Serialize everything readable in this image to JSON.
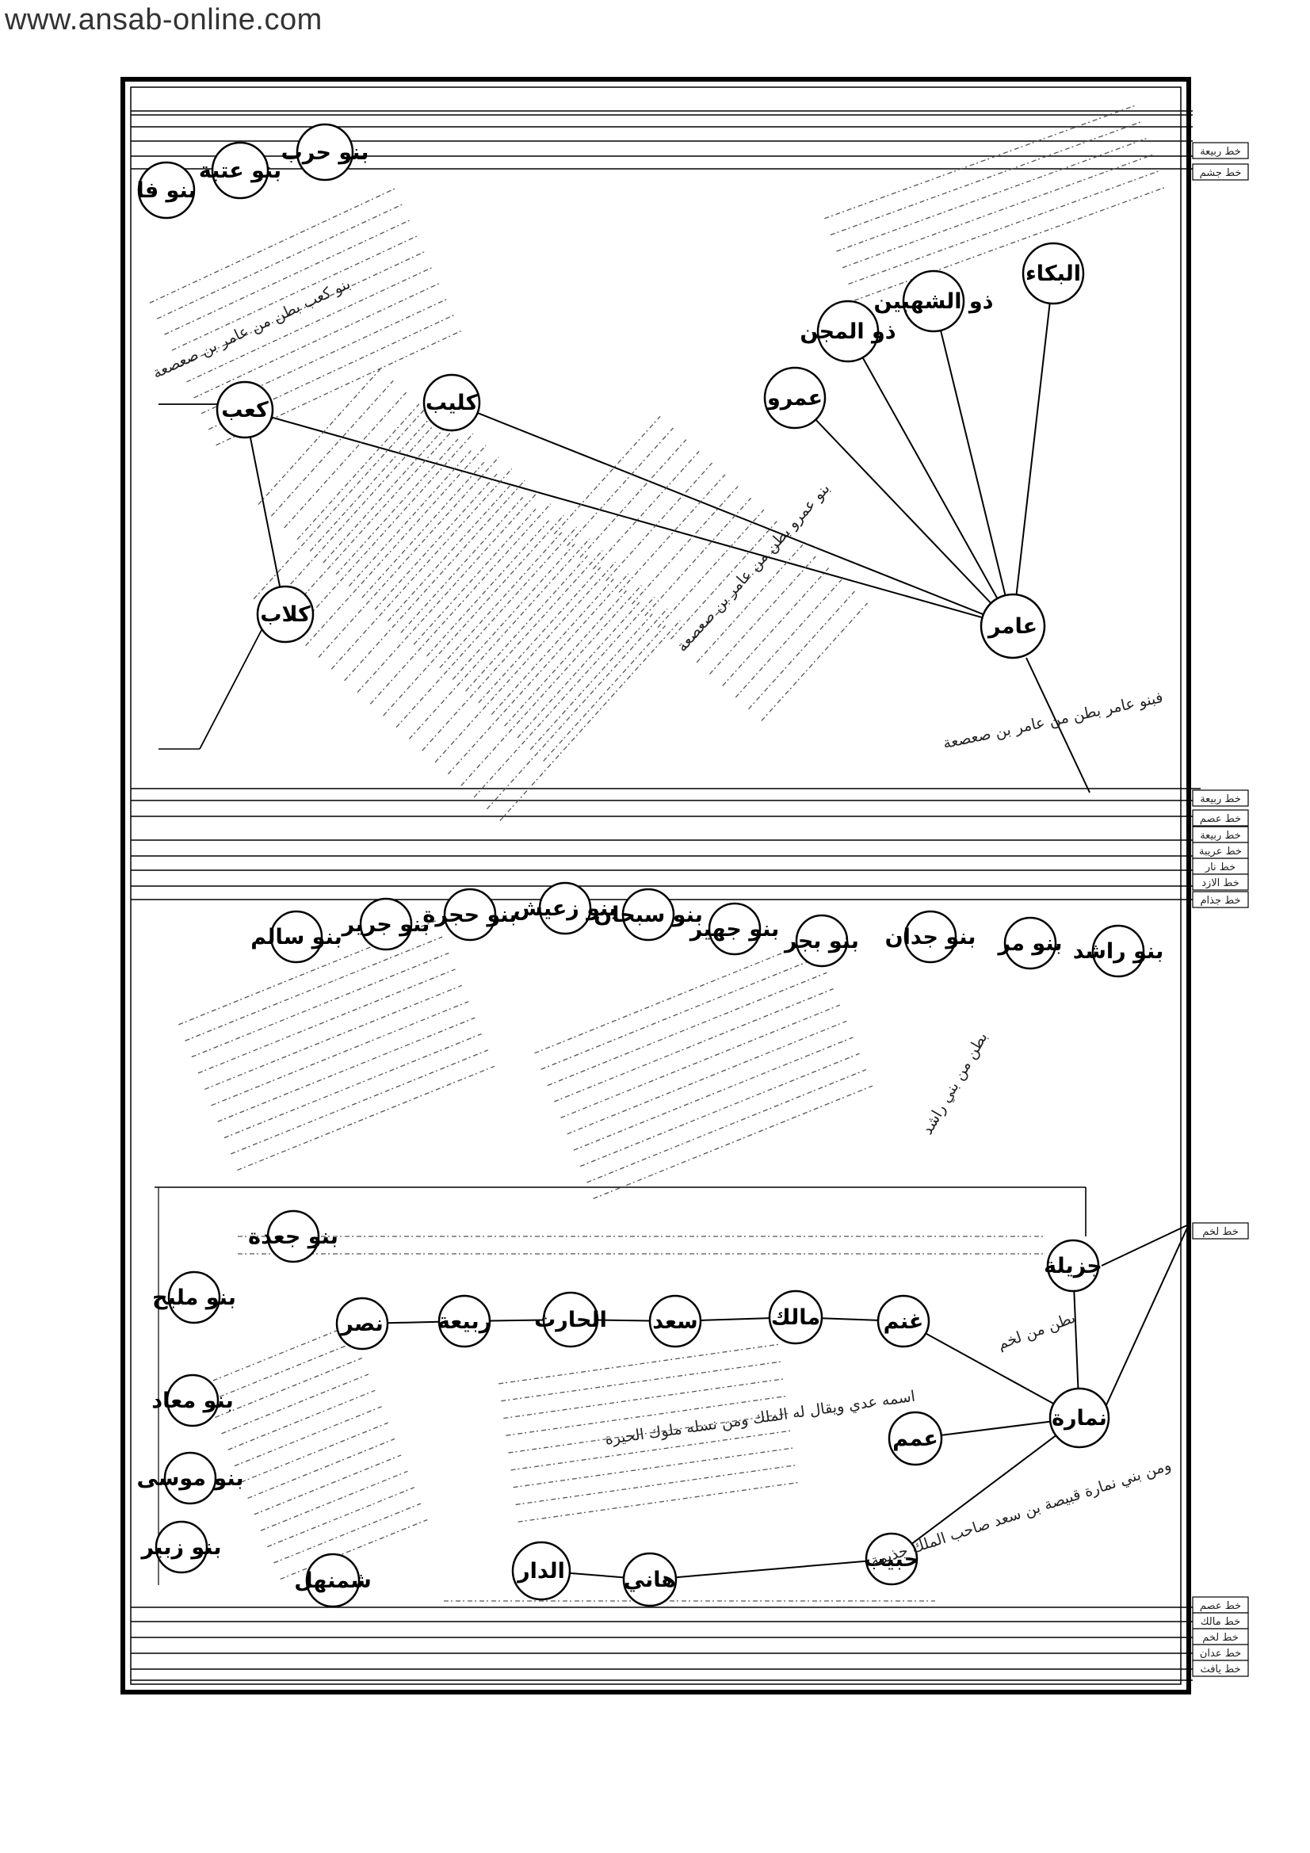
{
  "watermark": "www.ansab-online.com",
  "tree": {
    "nodes": [
      {
        "id": "banu-fa",
        "label": "بنو فا"
      },
      {
        "id": "banu-utba",
        "label": "بنو عتبة"
      },
      {
        "id": "banu-harb",
        "label": "بنو حرب"
      },
      {
        "id": "al-bakka",
        "label": "البكاء"
      },
      {
        "id": "dhu-alshahbin",
        "label": "ذو الشهبين"
      },
      {
        "id": "dhu-almajn",
        "label": "ذو المجن"
      },
      {
        "id": "kaab",
        "label": "كعب"
      },
      {
        "id": "kulayb",
        "label": "كليب"
      },
      {
        "id": "amr",
        "label": "عمرو"
      },
      {
        "id": "kilab",
        "label": "كلاب"
      },
      {
        "id": "amir",
        "label": "عامر"
      },
      {
        "id": "banu-salim",
        "label": "بنو سالم"
      },
      {
        "id": "banu-jarir",
        "label": "بنو جرير"
      },
      {
        "id": "banu-hajra",
        "label": "بنو حجرة"
      },
      {
        "id": "banu-zaysh",
        "label": "بنو زعيش"
      },
      {
        "id": "banu-subhan",
        "label": "بنو سبحان"
      },
      {
        "id": "banu-juhayr",
        "label": "بنو جهير"
      },
      {
        "id": "banu-bajar",
        "label": "بنو بجر"
      },
      {
        "id": "banu-jadan",
        "label": "بنو جدان"
      },
      {
        "id": "banu-murr",
        "label": "بنو مر"
      },
      {
        "id": "banu-rashid",
        "label": "بنو راشد"
      },
      {
        "id": "banu-jada",
        "label": "بنو جعدة"
      },
      {
        "id": "banu-malih",
        "label": "بنو مليح"
      },
      {
        "id": "banu-muad",
        "label": "بنو معاد"
      },
      {
        "id": "banu-musa",
        "label": "بنو موسى"
      },
      {
        "id": "banu-zubayr",
        "label": "بنو زبير"
      },
      {
        "id": "nasr",
        "label": "نصر"
      },
      {
        "id": "rabia",
        "label": "ربيعة"
      },
      {
        "id": "al-harith",
        "label": "الحارث"
      },
      {
        "id": "saad",
        "label": "سعد"
      },
      {
        "id": "malik",
        "label": "مالك"
      },
      {
        "id": "ghanm",
        "label": "غنم"
      },
      {
        "id": "juzayla",
        "label": "جزيلة"
      },
      {
        "id": "numara",
        "label": "نمارة"
      },
      {
        "id": "amm",
        "label": "عمم"
      },
      {
        "id": "habib",
        "label": "حبيب"
      },
      {
        "id": "hani",
        "label": "هاني"
      },
      {
        "id": "al-dar",
        "label": "الدار"
      },
      {
        "id": "shamanhal",
        "label": "شمنهل"
      }
    ],
    "notes": {
      "amir_note": "فبنو عامر بطن من عامر بن صعصعة",
      "amr_note": "بنو عمرو بطن من عامر بن صعصعة",
      "juzayla_note": "بطن من لخم",
      "numara_note": "ومن بني نمارة قبيصة بن سعد صاحب الملك جذيمة",
      "amm_note": "اسمه عدي ويقال له الملك ومن نسله ملوك الحيرة",
      "kaab_note": "بنو كعب بطن من عامر بن صعصعة",
      "south_note": "بطن من بني راشد"
    },
    "side_labels": [
      "خط ربيعة",
      "خط جشم",
      "خط ربيعة",
      "خط عصم",
      "خط ربيعة",
      "خط عريبة",
      "خط نار",
      "خط الازد",
      "خط جذام",
      "خط لخم",
      "خط عصم",
      "خط مالك",
      "خط لخم",
      "خط عدان",
      "خط يافث"
    ]
  }
}
